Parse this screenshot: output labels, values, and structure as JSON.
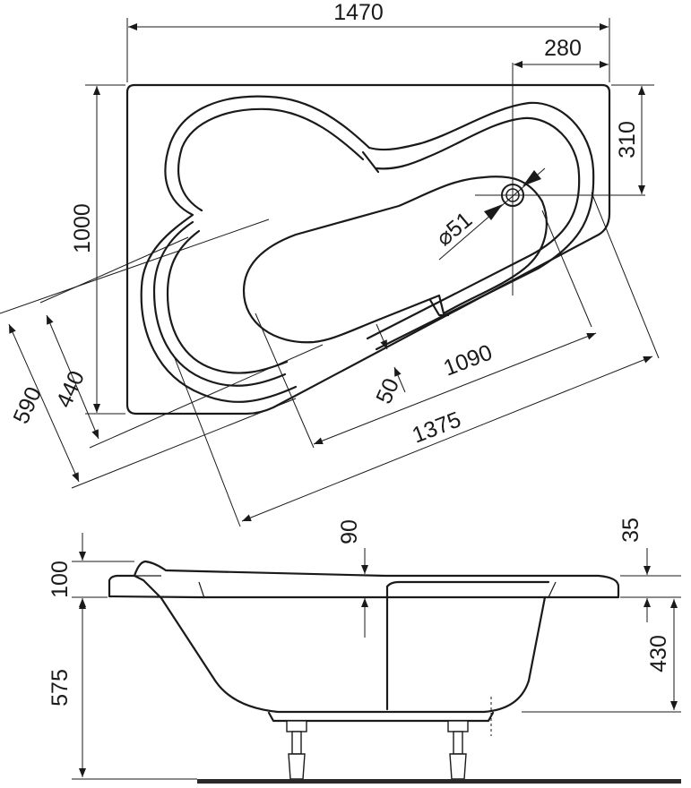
{
  "top_view": {
    "overall_width": "1470",
    "drain_offset_x": "280",
    "drain_offset_y": "310",
    "drain_diameter": "⌀51",
    "overall_depth": "1000",
    "inner_width_590": "590",
    "inner_width_440": "440",
    "rim_offset": "50",
    "inner_length": "1090",
    "outer_length": "1375"
  },
  "side_view": {
    "rim_height": "100",
    "step_height": "90",
    "rim_offset_right": "35",
    "leg_height": "575",
    "body_height": "430"
  },
  "colors": {
    "line": "#1a1a1a",
    "background": "#ffffff"
  }
}
